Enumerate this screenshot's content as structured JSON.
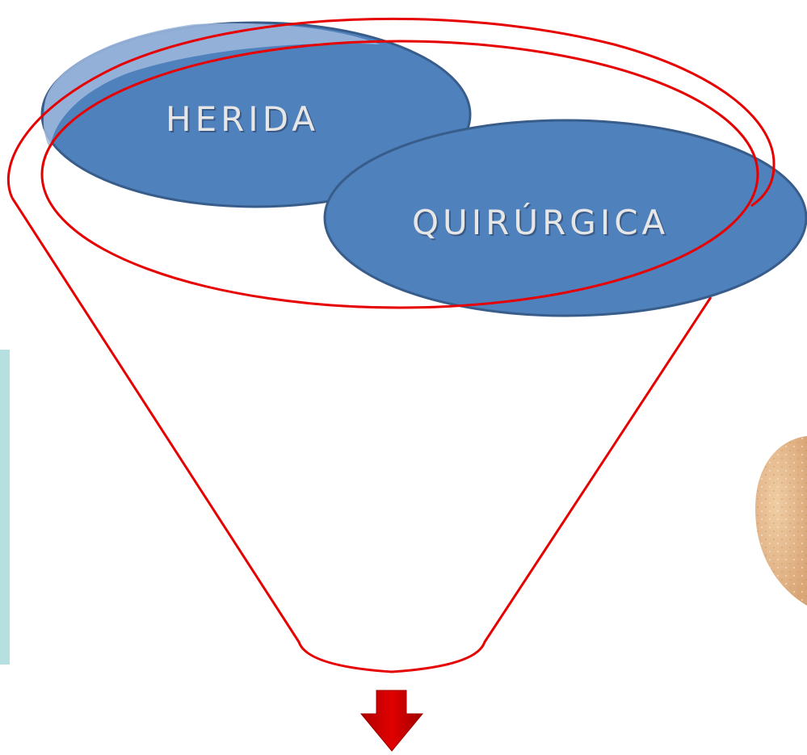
{
  "diagram": {
    "word_one": "HERIDA",
    "word_two": "QUIRÚRGICA"
  },
  "colors": {
    "ellipse_fill": "#4f81bd",
    "ellipse_stroke": "#385d8a",
    "overlap_fill": "#8eaad6",
    "funnel_stroke": "#e60000",
    "arrow_fill": "#d40000",
    "side_panel": "#b6e0df",
    "bandage": "#e3b585"
  },
  "icons": {
    "arrow": "down-arrow-icon",
    "bandage": "bandage-image"
  }
}
